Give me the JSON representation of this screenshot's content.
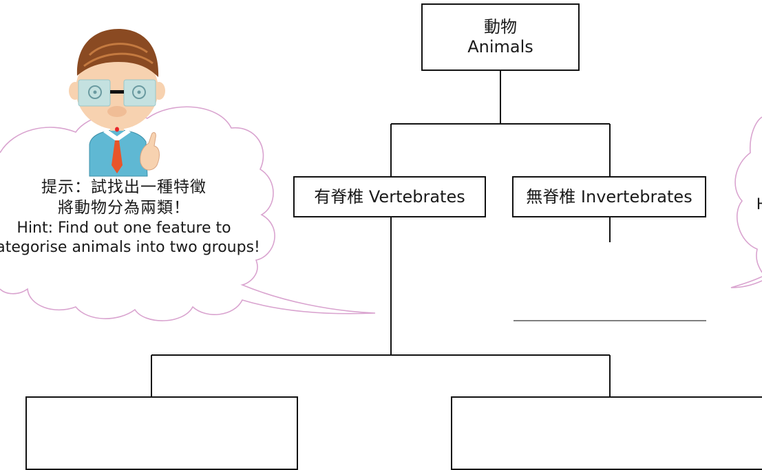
{
  "root": {
    "zh": "動物",
    "en": "Animals"
  },
  "vertebrates": {
    "label": "有脊椎 Vertebrates"
  },
  "invertebrates": {
    "label": "無脊椎 Invertebrates"
  },
  "blank_boxes": [
    "",
    ""
  ],
  "hint_left": {
    "zh_line1": "提示：試找出一種特徵",
    "zh_line2": "將動物分為兩類！",
    "en_line1": "Hint: Find out one feature to",
    "en_line2": "categorise animals into two groups!"
  },
  "hint_right_partial": {
    "text": "H"
  },
  "colors": {
    "cloud_outline": "#d9a3cf",
    "line": "#111111",
    "shirt": "#5fb8d3",
    "tie": "#e8552a",
    "hair": "#8a4a22",
    "skin": "#f7d2b0"
  }
}
